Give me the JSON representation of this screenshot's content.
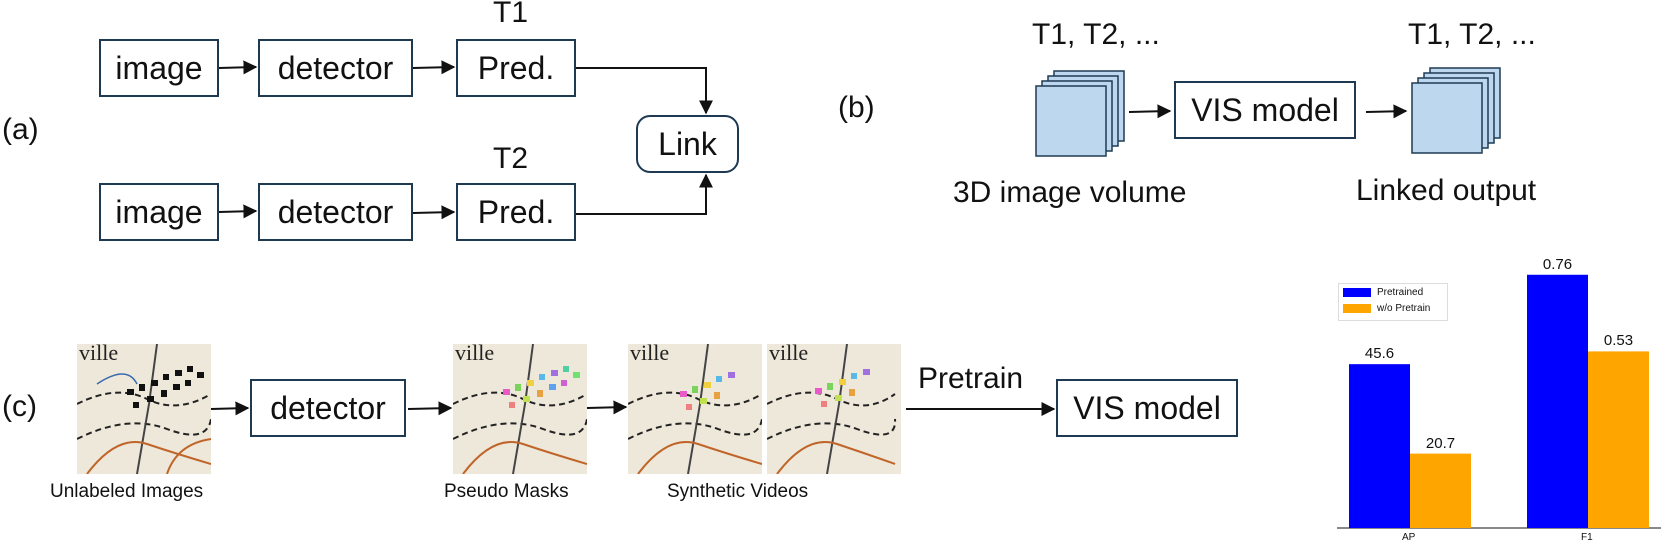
{
  "panel_a": {
    "label": "(a)",
    "row1": {
      "image": "image",
      "detector": "detector",
      "pred": "Pred.",
      "time": "T1"
    },
    "row2": {
      "image": "image",
      "detector": "detector",
      "pred": "Pred.",
      "time": "T2"
    },
    "link": "Link"
  },
  "panel_b": {
    "label": "(b)",
    "input_time": "T1, T2, ...",
    "input_caption": "3D image volume",
    "model": "VIS model",
    "output_time": "T1, T2, ...",
    "output_caption": "Linked output",
    "volume_color": "#bdd7ee"
  },
  "panel_c": {
    "label": "(c)",
    "detector": "detector",
    "pretrain": "Pretrain",
    "model": "VIS model",
    "captions": {
      "unlabeled": "Unlabeled Images",
      "pseudo": "Pseudo Masks",
      "synthetic": "Synthetic Videos"
    }
  },
  "chart_data": {
    "type": "bar",
    "categories": [
      "AP",
      "F1"
    ],
    "series": [
      {
        "name": "Pretrained",
        "values": [
          45.6,
          0.76
        ],
        "color": "#0000ff"
      },
      {
        "name": "w/o Pretrain",
        "values": [
          20.7,
          0.53
        ],
        "color": "#ffa500"
      }
    ],
    "value_labels": [
      [
        "45.6",
        "0.76"
      ],
      [
        "20.7",
        "0.53"
      ]
    ],
    "legend_position": "top-left"
  }
}
